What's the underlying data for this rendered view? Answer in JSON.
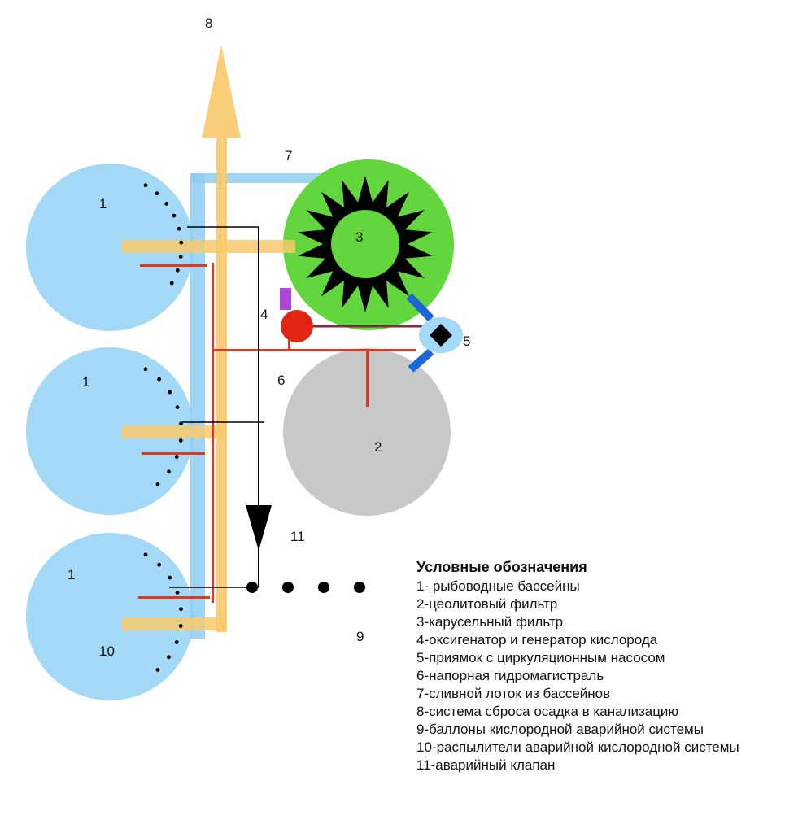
{
  "labels": {
    "pool_top": "1",
    "pool_middle": "1",
    "pool_bottom": "1",
    "zeolite_filter": "2",
    "carousel_filter": "3",
    "oxygenator": "4",
    "pump_pit": "5",
    "pressure_line": "6",
    "drain_tray": "7",
    "sediment_discharge": "8",
    "oxygen_cylinders": "9",
    "emergency_sprayers": "10",
    "emergency_valve": "11"
  },
  "legend": {
    "title": "Условные обозначения",
    "items": [
      "1- рыбоводные бассейны",
      "2-цеолитовый фильтр",
      "3-карусельный фильтр",
      "4-оксигенатор и генератор кислорода",
      "5-приямок с циркуляционным насосом",
      "6-напорная гидромагистраль",
      "7-сливной лоток из бассейнов",
      "8-система сброса осадка в канализацию",
      "9-баллоны кислородной аварийной системы",
      "10-распылители аварийной кислородной системы",
      "11-аварийный клапан"
    ]
  },
  "colors": {
    "pool": "#a3d8f7",
    "carousel": "#62d63c",
    "zeolite": "#c8c8c8",
    "sediment": "#f8c96a",
    "drain": "#8fcdf2",
    "pressure": "#d93b22",
    "pump_arm": "#1a66d6",
    "oxygenator": "#e02515",
    "generator": "#b046d8"
  }
}
